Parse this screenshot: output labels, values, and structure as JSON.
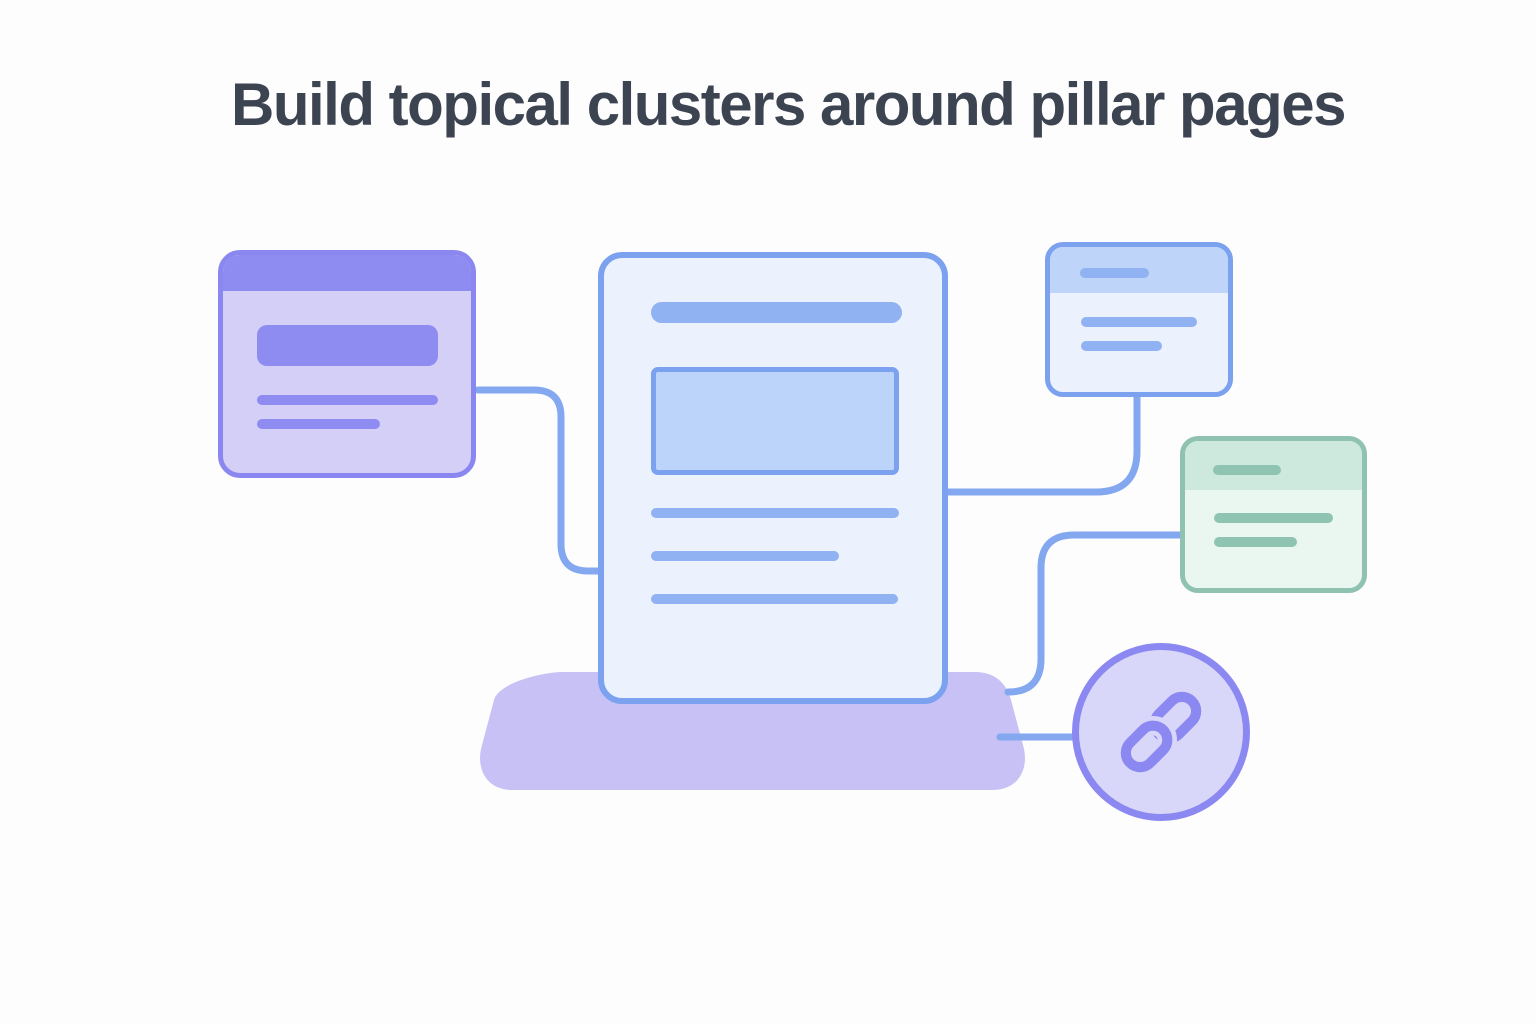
{
  "title": "Build topical clusters around pillar pages",
  "palette": {
    "background": "#fdfdfe",
    "title_text": "#3d4451",
    "purple_accent": "#8f8cf1",
    "purple_border": "#8a87f0",
    "purple_card_body": "#d3cff7",
    "blue_border": "#7ba1ef",
    "blue_fill_light": "#ebf2fd",
    "blue_accent": "#90b1f2",
    "blue_header": "#bed5f9",
    "blue_image_fill": "#bcd4f9",
    "green_border": "#8fc2b0",
    "green_header": "#cde8dd",
    "green_fill_light": "#eaf7f1",
    "green_accent": "#8fc3b2",
    "base_platform": "#c7c1f5",
    "connector": "#83a8f0",
    "circle_fill": "#d9d7f9",
    "circle_border": "#8b88f2"
  },
  "diagram": {
    "nodes": [
      {
        "id": "cluster-card-left",
        "kind": "browser-card",
        "color": "purple",
        "placeholder_lines": 3
      },
      {
        "id": "pillar-page-document",
        "kind": "document",
        "color": "blue",
        "placeholder_lines": 4,
        "has_image_block": true
      },
      {
        "id": "cluster-card-top-right",
        "kind": "card",
        "color": "blue",
        "placeholder_lines": 3
      },
      {
        "id": "cluster-card-right",
        "kind": "card",
        "color": "green",
        "placeholder_lines": 3
      },
      {
        "id": "link-node",
        "kind": "link-icon",
        "color": "purple"
      }
    ],
    "edges": [
      {
        "from": "cluster-card-left",
        "to": "pillar-page-document"
      },
      {
        "from": "cluster-card-top-right",
        "to": "pillar-page-document"
      },
      {
        "from": "cluster-card-right",
        "to": "base-platform"
      },
      {
        "from": "base-platform",
        "to": "link-node"
      }
    ]
  }
}
